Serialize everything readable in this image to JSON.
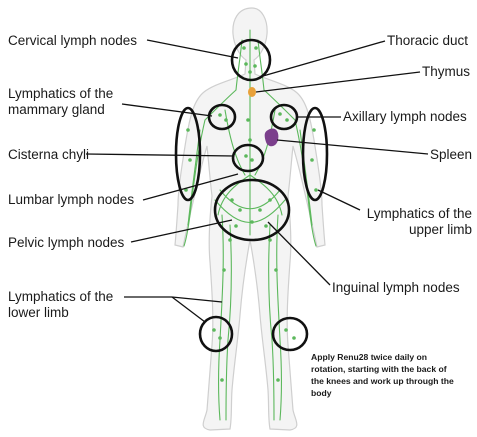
{
  "labels": {
    "cervical": "Cervical lymph nodes",
    "thoracic_duct": "Thoracic duct",
    "thymus": "Thymus",
    "mammary": "Lymphatics of the\nmammary gland",
    "axillary": "Axillary lymph nodes",
    "cisterna": "Cisterna chyli",
    "spleen": "Spleen",
    "lumbar": "Lumbar lymph nodes",
    "upper_limb": "Lymphatics of the\nupper limb",
    "pelvic": "Pelvic lymph nodes",
    "inguinal": "Inguinal lymph nodes",
    "lower_limb": "Lymphatics of the\nlower limb"
  },
  "note": "Apply Renu28 twice daily on rotation, starting with the back of the knees and work up through the body",
  "colors": {
    "vessels": "#5cb85c",
    "body_outline": "#cfcfcf",
    "thymus": "#e8a13a",
    "spleen": "#7b3f8c",
    "circles": "#111111"
  }
}
